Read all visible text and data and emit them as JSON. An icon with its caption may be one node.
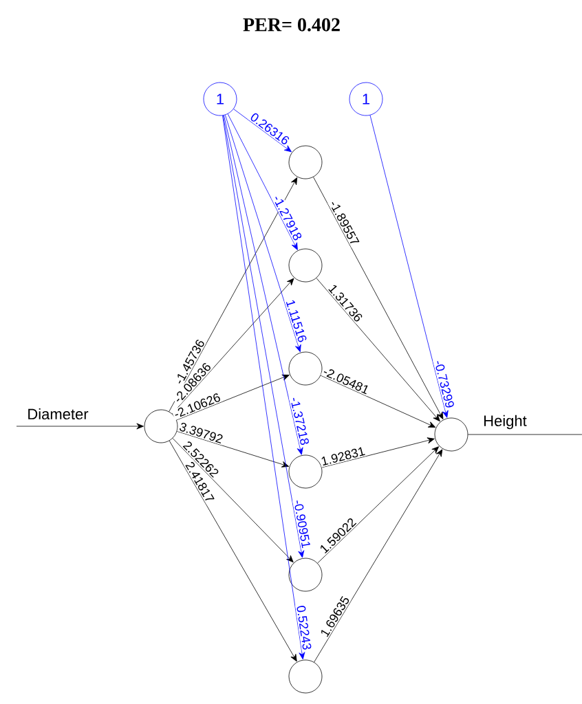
{
  "diagram": {
    "title": "PER= 0.402",
    "nodes": [
      {
        "text": [
          "1"
        ]
      },
      {
        "text": [
          "1"
        ]
      },
      {
        "text": [],
        "shape": "circle",
        "beside": [
          "Diameter"
        ]
      },
      {
        "text": [],
        "shape": "circle"
      },
      {
        "text": [],
        "shape": "circle"
      },
      {
        "text": [],
        "shape": "circle"
      },
      {
        "text": [],
        "shape": "circle"
      },
      {
        "text": [],
        "shape": "circle"
      },
      {
        "text": [],
        "shape": "circle"
      },
      {
        "text": [],
        "shape": "circle",
        "beside": [
          "Height"
        ]
      }
    ],
    "edges": [
      {
        "from": null,
        "to": 2,
        "arrow": "to"
      },
      {
        "from": 2,
        "to": 3,
        "arrow": "to",
        "label": "-1.45736"
      },
      {
        "from": 2,
        "to": 4,
        "arrow": "to",
        "label": "-2.08636"
      },
      {
        "from": 2,
        "to": 5,
        "arrow": "to",
        "label": "-2.10626"
      },
      {
        "from": 2,
        "to": 6,
        "arrow": "to",
        "label": "3.39792"
      },
      {
        "from": 2,
        "to": 7,
        "arrow": "to",
        "label": "2.52262"
      },
      {
        "from": 2,
        "to": 8,
        "arrow": "to",
        "label": "2.41817"
      },
      {
        "from": 3,
        "to": 9,
        "arrow": "to",
        "label": "-1.89557"
      },
      {
        "from": 4,
        "to": 9,
        "arrow": "to",
        "label": "1.31736"
      },
      {
        "from": 5,
        "to": 9,
        "arrow": "to",
        "label": "-2.05481"
      },
      {
        "from": 6,
        "to": 9,
        "arrow": "to",
        "label": "1.92831"
      },
      {
        "from": 7,
        "to": 9,
        "arrow": "to",
        "label": "1.59022"
      },
      {
        "from": 8,
        "to": 9,
        "arrow": "to",
        "label": "1.69635"
      },
      {
        "from": 0,
        "to": 3,
        "arrow": "to",
        "label": "0.26316",
        "color": "#0000ff"
      },
      {
        "from": 0,
        "to": 4,
        "arrow": "to",
        "label": "-1.27918",
        "color": "#0000ff"
      },
      {
        "from": 0,
        "to": 5,
        "arrow": "to",
        "label": "1.11516",
        "color": "#0000ff"
      },
      {
        "from": 0,
        "to": 6,
        "arrow": "to",
        "label": "-1.37218",
        "color": "#0000ff"
      },
      {
        "from": 0,
        "to": 7,
        "arrow": "to",
        "label": "-0.90951",
        "color": "#0000ff"
      },
      {
        "from": 0,
        "to": 8,
        "arrow": "to",
        "label": "0.52243",
        "color": "#0000ff"
      },
      {
        "from": 1,
        "to": 9,
        "arrow": "to",
        "label": "-0.73299",
        "color": "#0000ff"
      },
      {
        "from": 9,
        "to": null,
        "arrow": "none"
      }
    ]
  }
}
